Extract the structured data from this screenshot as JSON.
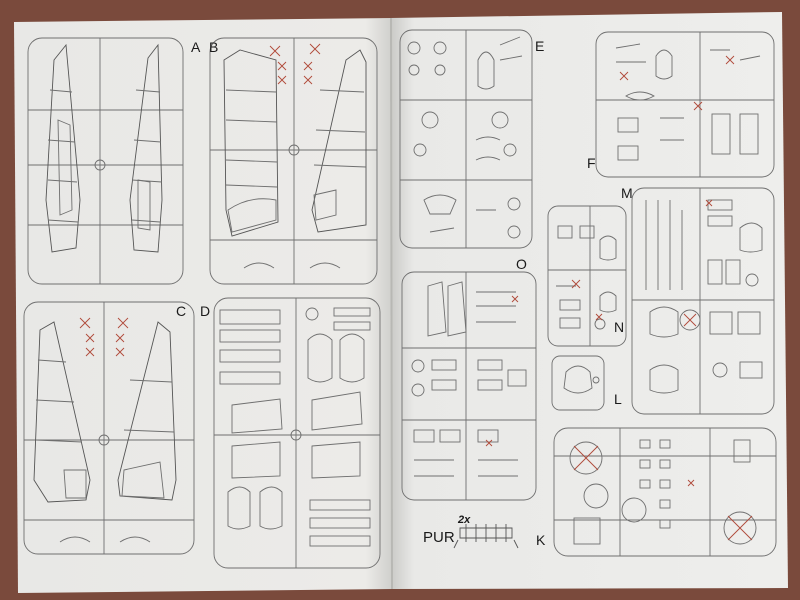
{
  "sprue_labels": {
    "A": "A",
    "B": "B",
    "C": "C",
    "D": "D",
    "E": "E",
    "F": "F",
    "M": "M",
    "N": "N",
    "O": "O",
    "L": "L",
    "K": "K"
  },
  "extra": {
    "pur_label": "PUR",
    "pur_count": "2x"
  },
  "colors": {
    "background": "#7a4a3c",
    "paper": "#ecebe7",
    "line": "#6f6f6f",
    "accent_marks": "#b04a3a"
  }
}
